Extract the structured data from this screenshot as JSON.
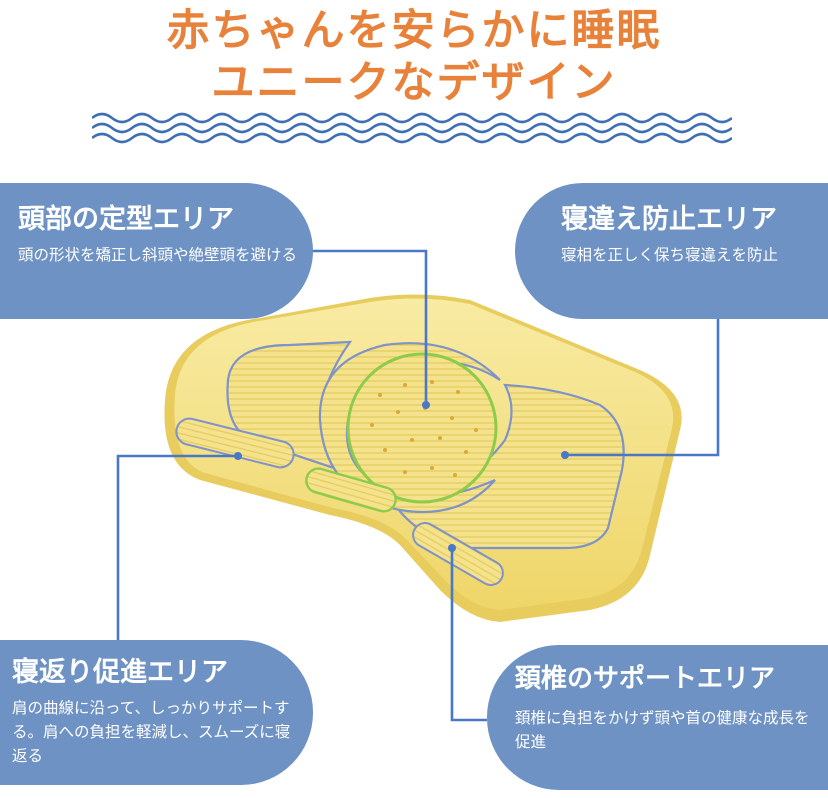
{
  "header": {
    "title_line1": "赤ちゃんを安らかに睡眠",
    "title_line2": "ユニークなデザイン",
    "accent_color": "#E8823A",
    "wave_color": "#3E6FB5"
  },
  "callouts": {
    "head_shape": {
      "title": "頭部の定型エリア",
      "desc": "頭の形状を矯正し斜頭や絶壁頭を避ける"
    },
    "prevent_misalign": {
      "title": "寝違え防止エリア",
      "desc": "寝相を正しく保ち寝違えを防止"
    },
    "rollover": {
      "title": "寝返り促進エリア",
      "desc": "肩の曲線に沿って、しっかりサポートする。肩への負担を軽減し、スムーズに寝返る"
    },
    "neck_support": {
      "title": "頚椎のサポートエリア",
      "desc": "頚椎に負担をかけず頭や首の健康な成長を促進"
    }
  },
  "product": {
    "image": "yellow-baby-pillow",
    "pillow_color": "#F2DE7A",
    "callout_color": "#6E92C4",
    "line_color": "#4A78C8"
  }
}
